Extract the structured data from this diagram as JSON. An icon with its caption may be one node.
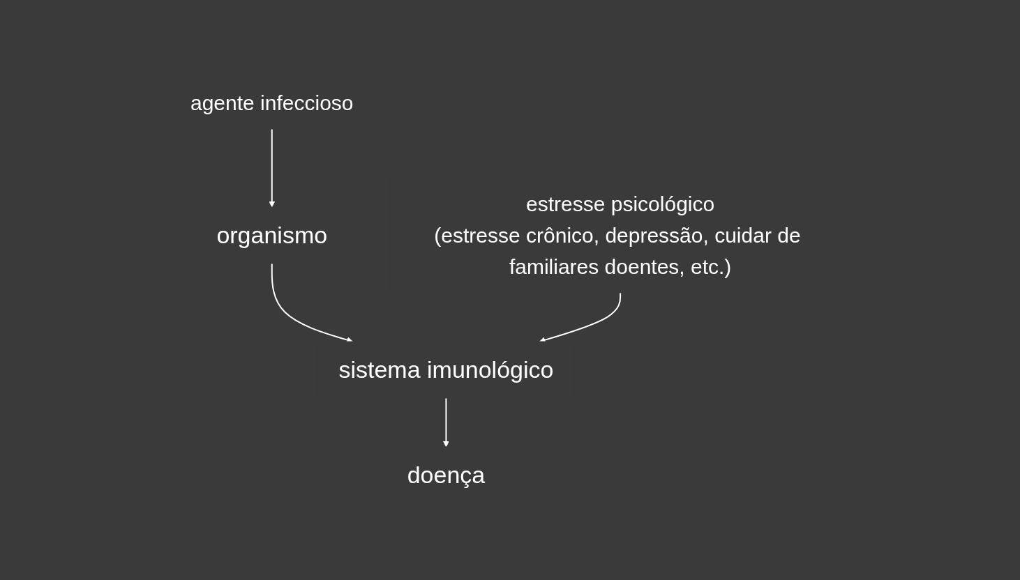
{
  "diagram": {
    "nodes": [
      {
        "text": [
          "agente infeccioso"
        ]
      },
      {
        "text": [
          "organismo"
        ]
      },
      {
        "text": [
          "estresse psicológico",
          "(estresse crônico, depressão, cuidar de familiares doentes, etc.)"
        ]
      },
      {
        "text": [
          "sistema imunológico"
        ]
      },
      {
        "text": [
          "doença"
        ]
      }
    ],
    "edges": [
      {
        "from": 0,
        "to": 1,
        "arrow": "to"
      },
      {
        "from": 1,
        "to": 3,
        "arrow": "to"
      },
      {
        "from": 2,
        "to": 3,
        "arrow": "to"
      },
      {
        "from": 3,
        "to": 4,
        "arrow": "to"
      }
    ]
  }
}
